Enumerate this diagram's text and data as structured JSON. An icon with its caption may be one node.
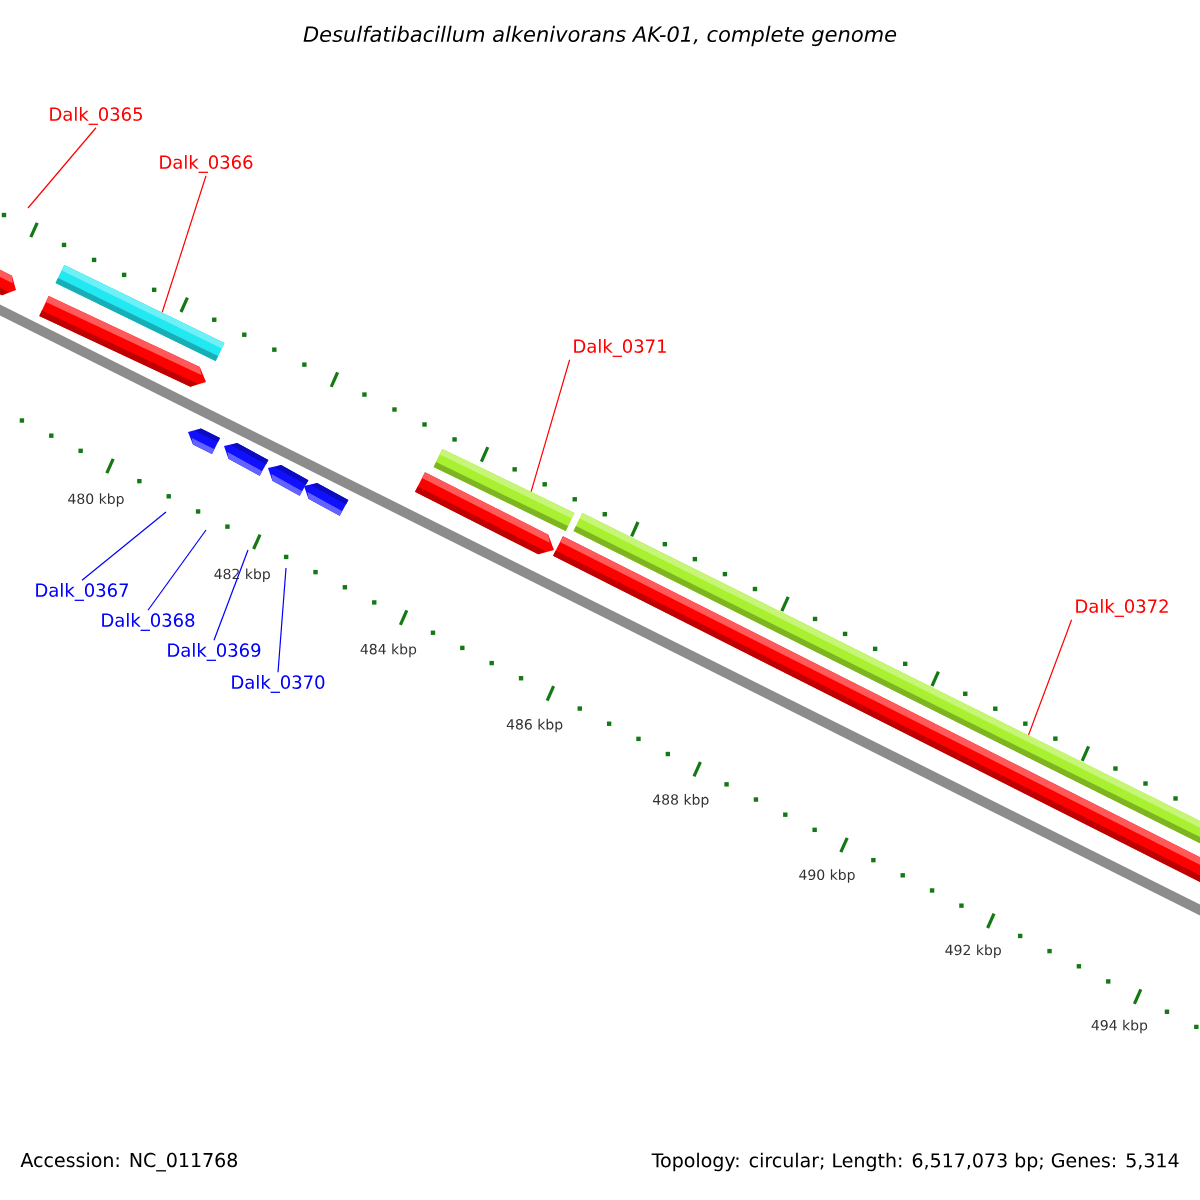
{
  "diagram": {
    "title": "Desulfatibacillum alkenivorans AK-01, complete genome",
    "nodes": [
      {
        "text": [
          "Dalk_0365"
        ]
      },
      {
        "text": [
          "Dalk_0366"
        ]
      },
      {
        "text": [
          "Dalk_0371"
        ]
      },
      {
        "text": [
          "Dalk_0367"
        ]
      },
      {
        "text": [
          "Dalk_0372"
        ]
      },
      {
        "text": [
          "Dalk_0368"
        ]
      },
      {
        "text": [
          "Dalk_0369"
        ]
      },
      {
        "text": [
          "Dalk_0370"
        ]
      },
      {
        "text": [],
        "shape": "bar"
      },
      {
        "text": [],
        "shape": "bar"
      },
      {
        "text": [],
        "shape": "bar"
      }
    ],
    "edges": [
      {
        "from": 0,
        "to": null,
        "arrow": "none",
        "color": "#ff0000"
      },
      {
        "from": 1,
        "to": 8,
        "arrow": "none",
        "color": "#ff0000"
      },
      {
        "from": 2,
        "to": 9,
        "arrow": "none",
        "color": "#ff0000"
      },
      {
        "from": 3,
        "to": null,
        "arrow": "none",
        "color": "#0000ff"
      },
      {
        "from": 4,
        "to": 10,
        "arrow": "none",
        "color": "#ff0000"
      },
      {
        "from": 5,
        "to": null,
        "arrow": "none",
        "color": "#0000ff"
      },
      {
        "from": 6,
        "to": null,
        "arrow": "none",
        "color": "#0000ff"
      },
      {
        "from": 7,
        "to": null,
        "arrow": "none",
        "color": "#0000ff"
      }
    ],
    "labels": [
      "480 kbp",
      "482 kbp",
      "484 kbp",
      "486 kbp",
      "488 kbp",
      "490 kbp",
      "492 kbp",
      "494 kbp",
      "Accession: NC_011768",
      "Topology: circular; Length: 6,517,073 bp; Genes: 5,314"
    ]
  }
}
